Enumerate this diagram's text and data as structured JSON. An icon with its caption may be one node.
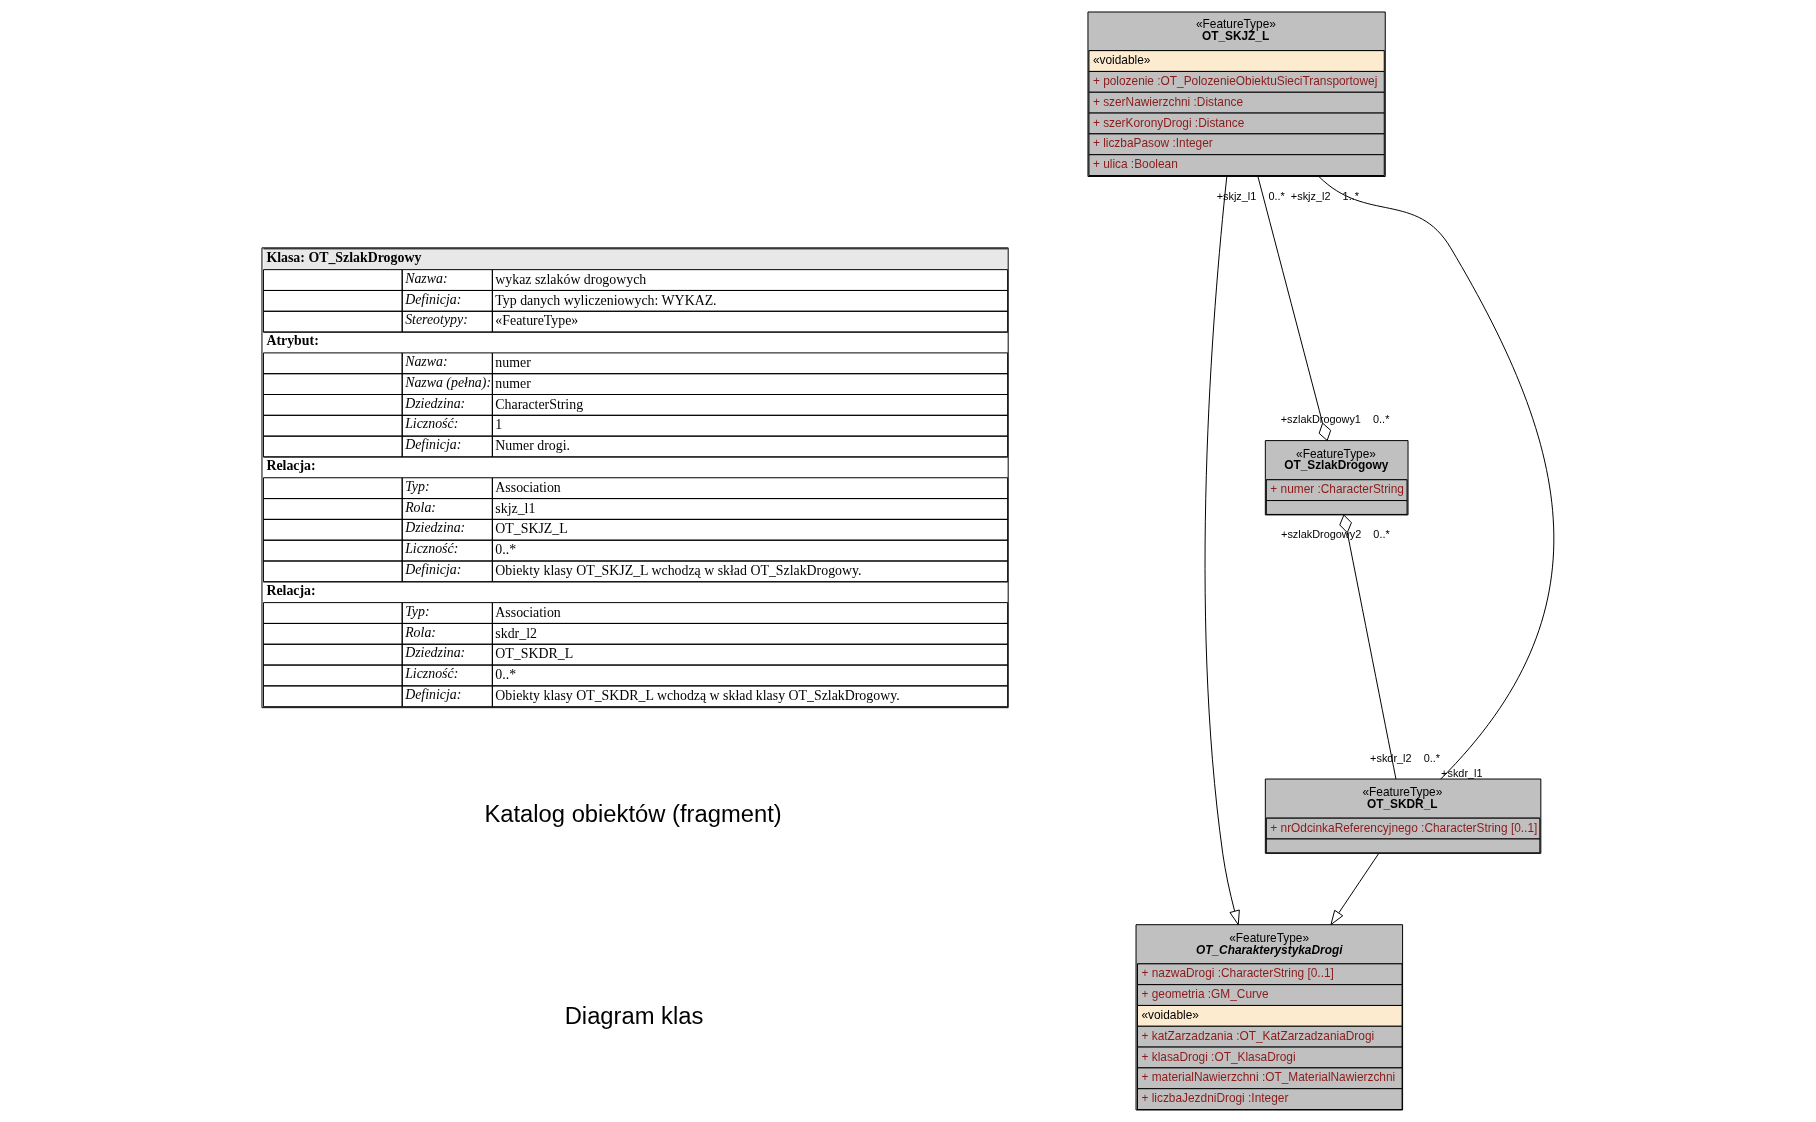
{
  "diagram": {
    "nodes": [
      {
        "text": [
          "«FeatureType»",
          "OT_SKJZ_L",
          "«voidable»",
          "+ polozenie :OT_PolozenieObiektuSieciTransportowej",
          "+ szerNawierzchni :Distance",
          "+ szerKoronyDrogi :Distance",
          "+ liczbaPasow :Integer",
          "+ ulica :Boolean"
        ]
      },
      {
        "text": [
          "«FeatureType»",
          "OT_SzlakDrogowy",
          "+ numer :CharacterString"
        ]
      },
      {
        "text": [
          "«FeatureType»",
          "OT_SKDR_L",
          "+ nrOdcinkaReferencyjnego :CharacterString [0..1]"
        ]
      },
      {
        "text": [
          "«FeatureType»",
          "OT_CharakterystykaDrogi",
          "+ nazwaDrogi :CharacterString [0..1]",
          "+ geometria :GM_Curve",
          "«voidable»",
          "+ katZarzadzania :OT_KatZarzadzaniaDrogi",
          "+ klasaDrogi :OT_KlasaDrogi",
          "+ materialNawierzchni :OT_MaterialNawierzchni",
          "+ liczbaJezdniDrogi :Integer"
        ]
      }
    ],
    "edges": [
      {
        "from": 0,
        "to": 1,
        "arrow": "other"
      },
      {
        "from": 2,
        "to": 1,
        "arrow": "other"
      },
      {
        "from": 0,
        "to": 2,
        "arrow": "none"
      },
      {
        "from": 0,
        "to": 3,
        "arrow": "to"
      },
      {
        "from": 2,
        "to": 3,
        "arrow": "to"
      }
    ],
    "labels": [
      "+skjz_l1",
      "0..*",
      "+skjz_l2",
      "1..*",
      "+szlakDrogowy1",
      "0..*",
      "+szlakDrogowy2",
      "0..*",
      "+skdr_l2",
      "0..*",
      "+skdr_l1",
      "Klasa: OT_SzlakDrogowy",
      "Nazwa:",
      "wykaz szlaków drogowych",
      "Definicja:",
      "Typ danych wyliczeniowych: WYKAZ.",
      "Stereotypy:",
      "«FeatureType»",
      "Atrybut:",
      "Nazwa:",
      "numer",
      "Nazwa (pełna):",
      "numer",
      "Dziedzina:",
      "CharacterString",
      "Liczność:",
      "1",
      "Definicja:",
      "Numer drogi.",
      "Relacja:",
      "Typ:",
      "Association",
      "Rola:",
      "skjz_l1",
      "Dziedzina:",
      "OT_SKJZ_L",
      "Liczność:",
      "0..*",
      "Definicja:",
      "Obiekty klasy OT_SKJZ_L wchodzą w skład OT_SzlakDrogowy.",
      "Relacja:",
      "Typ:",
      "Association",
      "Rola:",
      "skdr_l2",
      "Dziedzina:",
      "OT_SKDR_L",
      "Liczność:",
      "0..*",
      "Definicja:",
      "Obiekty klasy OT_SKDR_L wchodzą w skład klasy OT_SzlakDrogowy.",
      "Katalog obiektów (fragment)",
      "Diagram klas"
    ]
  }
}
